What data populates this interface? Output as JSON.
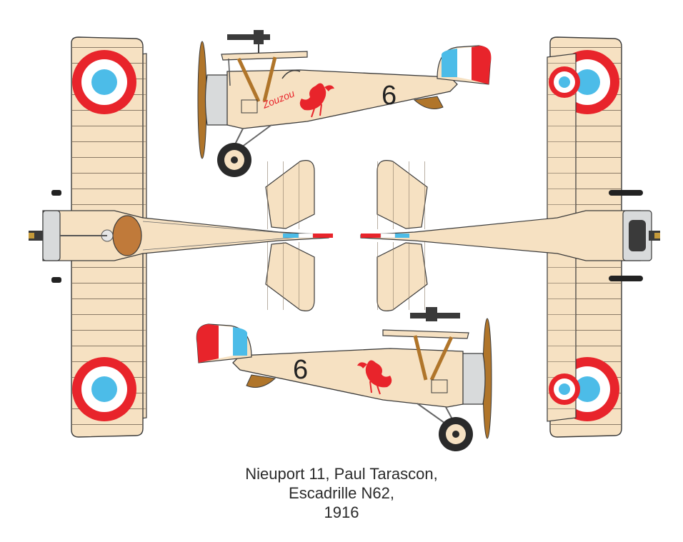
{
  "caption": {
    "line1": "Nieuport 11, Paul Tarascon,",
    "line2": "Escadrille N62,",
    "line3": "1916"
  },
  "markings": {
    "number": "6",
    "nose_name": "Zouzou",
    "insignia": "rooster-icon"
  },
  "colors": {
    "doped_linen": "#f6e1c2",
    "rib_line": "#8a7a66",
    "roundel_red": "#e8242b",
    "roundel_white": "#ffffff",
    "roundel_blue": "#4cbce8",
    "cowling": "#d8dadb",
    "strut_brown": "#b0752a",
    "outline": "#3a3a3a"
  }
}
